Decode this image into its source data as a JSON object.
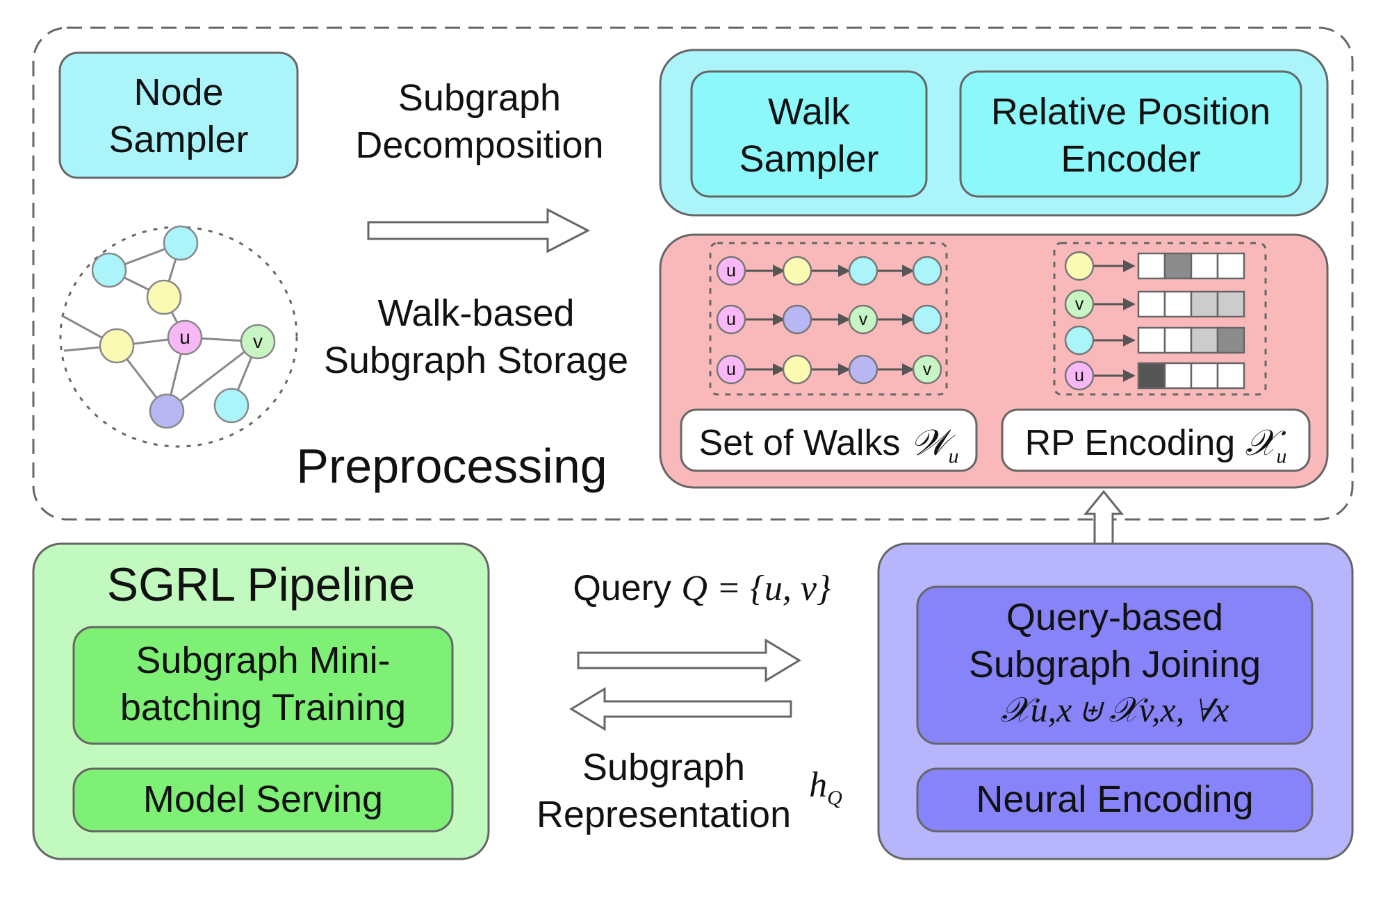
{
  "diagram": {
    "preprocessing_title": "Preprocessing",
    "node_sampler": [
      "Node",
      "Sampler"
    ],
    "subgraph_decomposition": [
      "Subgraph",
      "Decomposition"
    ],
    "walk_based_storage": [
      "Walk-based",
      "Subgraph Storage"
    ],
    "walk_sampler": [
      "Walk",
      "Sampler"
    ],
    "rp_encoder": [
      "Relative Position",
      "Encoder"
    ],
    "set_of_walks": {
      "text": "Set of Walks",
      "symbol": "𝒲",
      "sub": "u"
    },
    "rp_encoding": {
      "text": "RP Encoding",
      "symbol": "𝒳",
      "sub": "u"
    },
    "node_labels": {
      "u": "u",
      "v": "v"
    },
    "sgrl": {
      "title": "SGRL Pipeline",
      "training": [
        "Subgraph Mini-",
        "batching Training"
      ],
      "serving": "Model Serving"
    },
    "query": {
      "text": "Query",
      "formula": "Q = {u, v}"
    },
    "subgraph_rep": {
      "lines": [
        "Subgraph",
        "Representation"
      ],
      "symbol": "h",
      "sub": "Q"
    },
    "joining": {
      "lines": [
        "Query-based",
        "Subgraph Joining"
      ],
      "formula": "𝒳u,x ⊎ 𝒳v,x, ∀x"
    },
    "neural_encoding": "Neural Encoding"
  },
  "colors": {
    "cyan_light": "#aaf4fa",
    "cyan": "#8cf8fa",
    "pink": "#f9b9bb",
    "green_light": "#c2f9bf",
    "green": "#7ef076",
    "lavender": "#b7b5fb",
    "purple": "#8783f9",
    "node_cyan": "#aaf4fa",
    "node_yellow": "#fafab2",
    "node_pink": "#f8b8f6",
    "node_lavender": "#b9b6f4",
    "node_green": "#c8f5c4"
  }
}
